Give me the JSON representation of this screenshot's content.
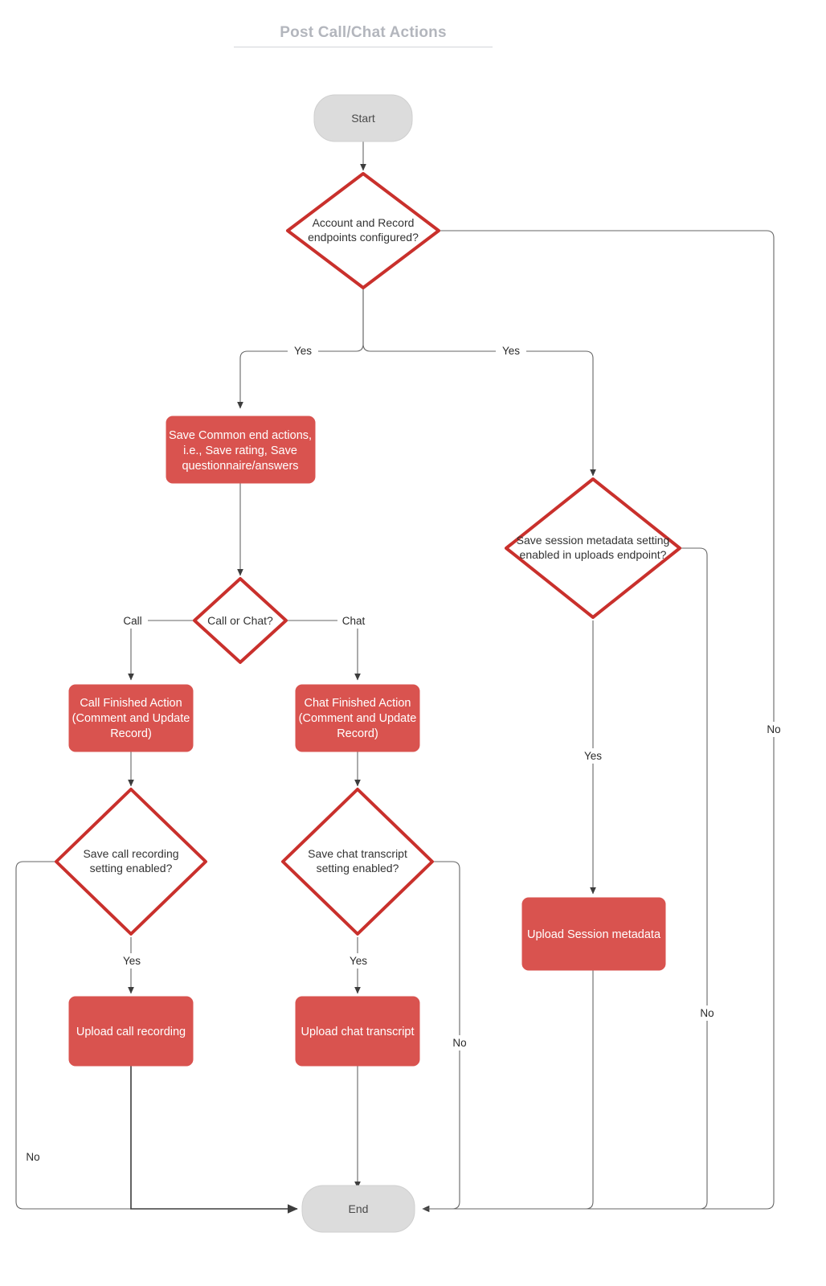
{
  "diagram": {
    "title": "Post Call/Chat Actions",
    "type": "flowchart",
    "colors": {
      "process_fill": "#d9534f",
      "process_text": "#ffffff",
      "decision_stroke": "#c9302c",
      "decision_fill": "#ffffff",
      "terminal_fill": "#dcdcdc",
      "terminal_text": "#4a4a4a",
      "edge_stroke": "#666666",
      "title_text": "#b3b6bd"
    },
    "nodes": {
      "start": {
        "label": "Start",
        "shape": "stadium"
      },
      "d_endpoints": {
        "label_line1": "Account and Record",
        "label_line2": "endpoints configured?",
        "shape": "diamond"
      },
      "p_common": {
        "label_line1": "Save Common end actions,",
        "label_line2": "i.e., Save rating, Save",
        "label_line3": "questionnaire/answers",
        "shape": "process"
      },
      "d_callorchat": {
        "label_line1": "Call or Chat?",
        "shape": "diamond"
      },
      "p_callfinished": {
        "label_line1": "Call Finished Action",
        "label_line2": "(Comment and Update",
        "label_line3": "Record)",
        "shape": "process"
      },
      "p_chatfinished": {
        "label_line1": "Chat Finished Action",
        "label_line2": "(Comment and Update",
        "label_line3": "Record)",
        "shape": "process"
      },
      "d_callrec": {
        "label_line1": "Save call recording",
        "label_line2": "setting enabled?",
        "shape": "diamond"
      },
      "d_chattrans": {
        "label_line1": "Save chat transcript",
        "label_line2": "setting enabled?",
        "shape": "diamond"
      },
      "p_uploadcall": {
        "label_line1": "Upload call recording",
        "shape": "process"
      },
      "p_uploadchat": {
        "label_line1": "Upload chat transcript",
        "shape": "process"
      },
      "d_sessionmeta": {
        "label_line1": "Save session metadata setting",
        "label_line2": "enabled in uploads endpoint?",
        "shape": "diamond"
      },
      "p_uploadmeta": {
        "label_line1": "Upload Session metadata",
        "shape": "process"
      },
      "end": {
        "label": "End",
        "shape": "stadium"
      }
    },
    "edge_labels": {
      "yes_left": "Yes",
      "yes_right": "Yes",
      "call": "Call",
      "chat": "Chat",
      "yes_callrec": "Yes",
      "yes_chattrans": "Yes",
      "yes_sessionmeta": "Yes",
      "no_callrec": "No",
      "no_chattrans": "No",
      "no_sessionmeta": "No",
      "no_endpoints": "No"
    }
  }
}
